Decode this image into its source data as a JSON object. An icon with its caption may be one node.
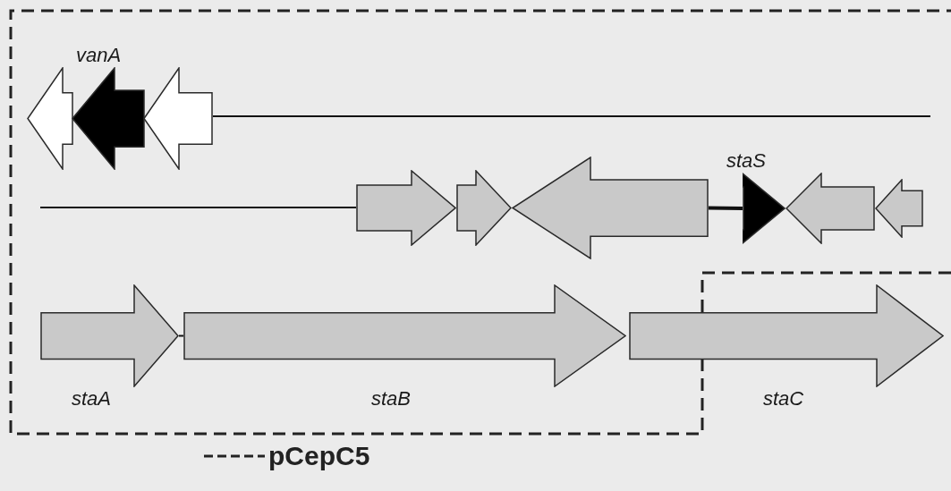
{
  "diagram": {
    "nodes": [
      {
        "text": [],
        "shape": "arrow"
      },
      {
        "text": [
          "vanA"
        ]
      },
      {
        "text": [],
        "shape": "arrow"
      },
      {
        "text": [],
        "shape": "arrow"
      },
      {
        "text": [],
        "shape": "arrow"
      },
      {
        "text": [],
        "shape": "arrow"
      },
      {
        "text": [
          "staS"
        ]
      },
      {
        "text": [],
        "shape": "arrow"
      },
      {
        "text": [],
        "shape": "arrow"
      },
      {
        "text": [
          "staA"
        ]
      },
      {
        "text": [
          "staB"
        ]
      },
      {
        "text": [
          "staC"
        ]
      }
    ],
    "edges": [
      {
        "from": 5,
        "to": 6,
        "arrow": "none",
        "style": "thick"
      },
      {
        "from": 9,
        "to": 10,
        "arrow": "none"
      }
    ],
    "legend": [
      {
        "text": "pCepC5"
      }
    ]
  }
}
